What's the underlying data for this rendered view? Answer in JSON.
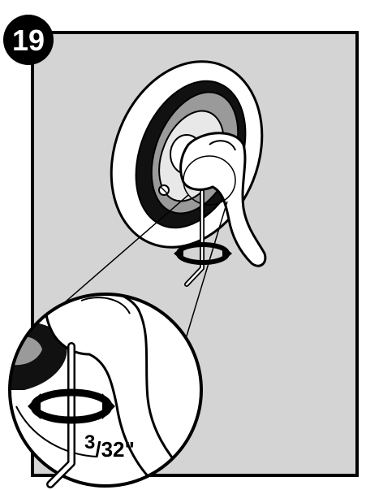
{
  "step": {
    "number": "19"
  },
  "wrench": {
    "numerator": "3",
    "denominator": "/32\""
  },
  "colors": {
    "panel": "#d4d4d4",
    "outline": "#000000",
    "metal": "#ffffff",
    "badge": "#000000"
  },
  "icons": [
    "rotate-arrow-icon",
    "rotate-arrow-icon-large",
    "allen-wrench-icon"
  ]
}
